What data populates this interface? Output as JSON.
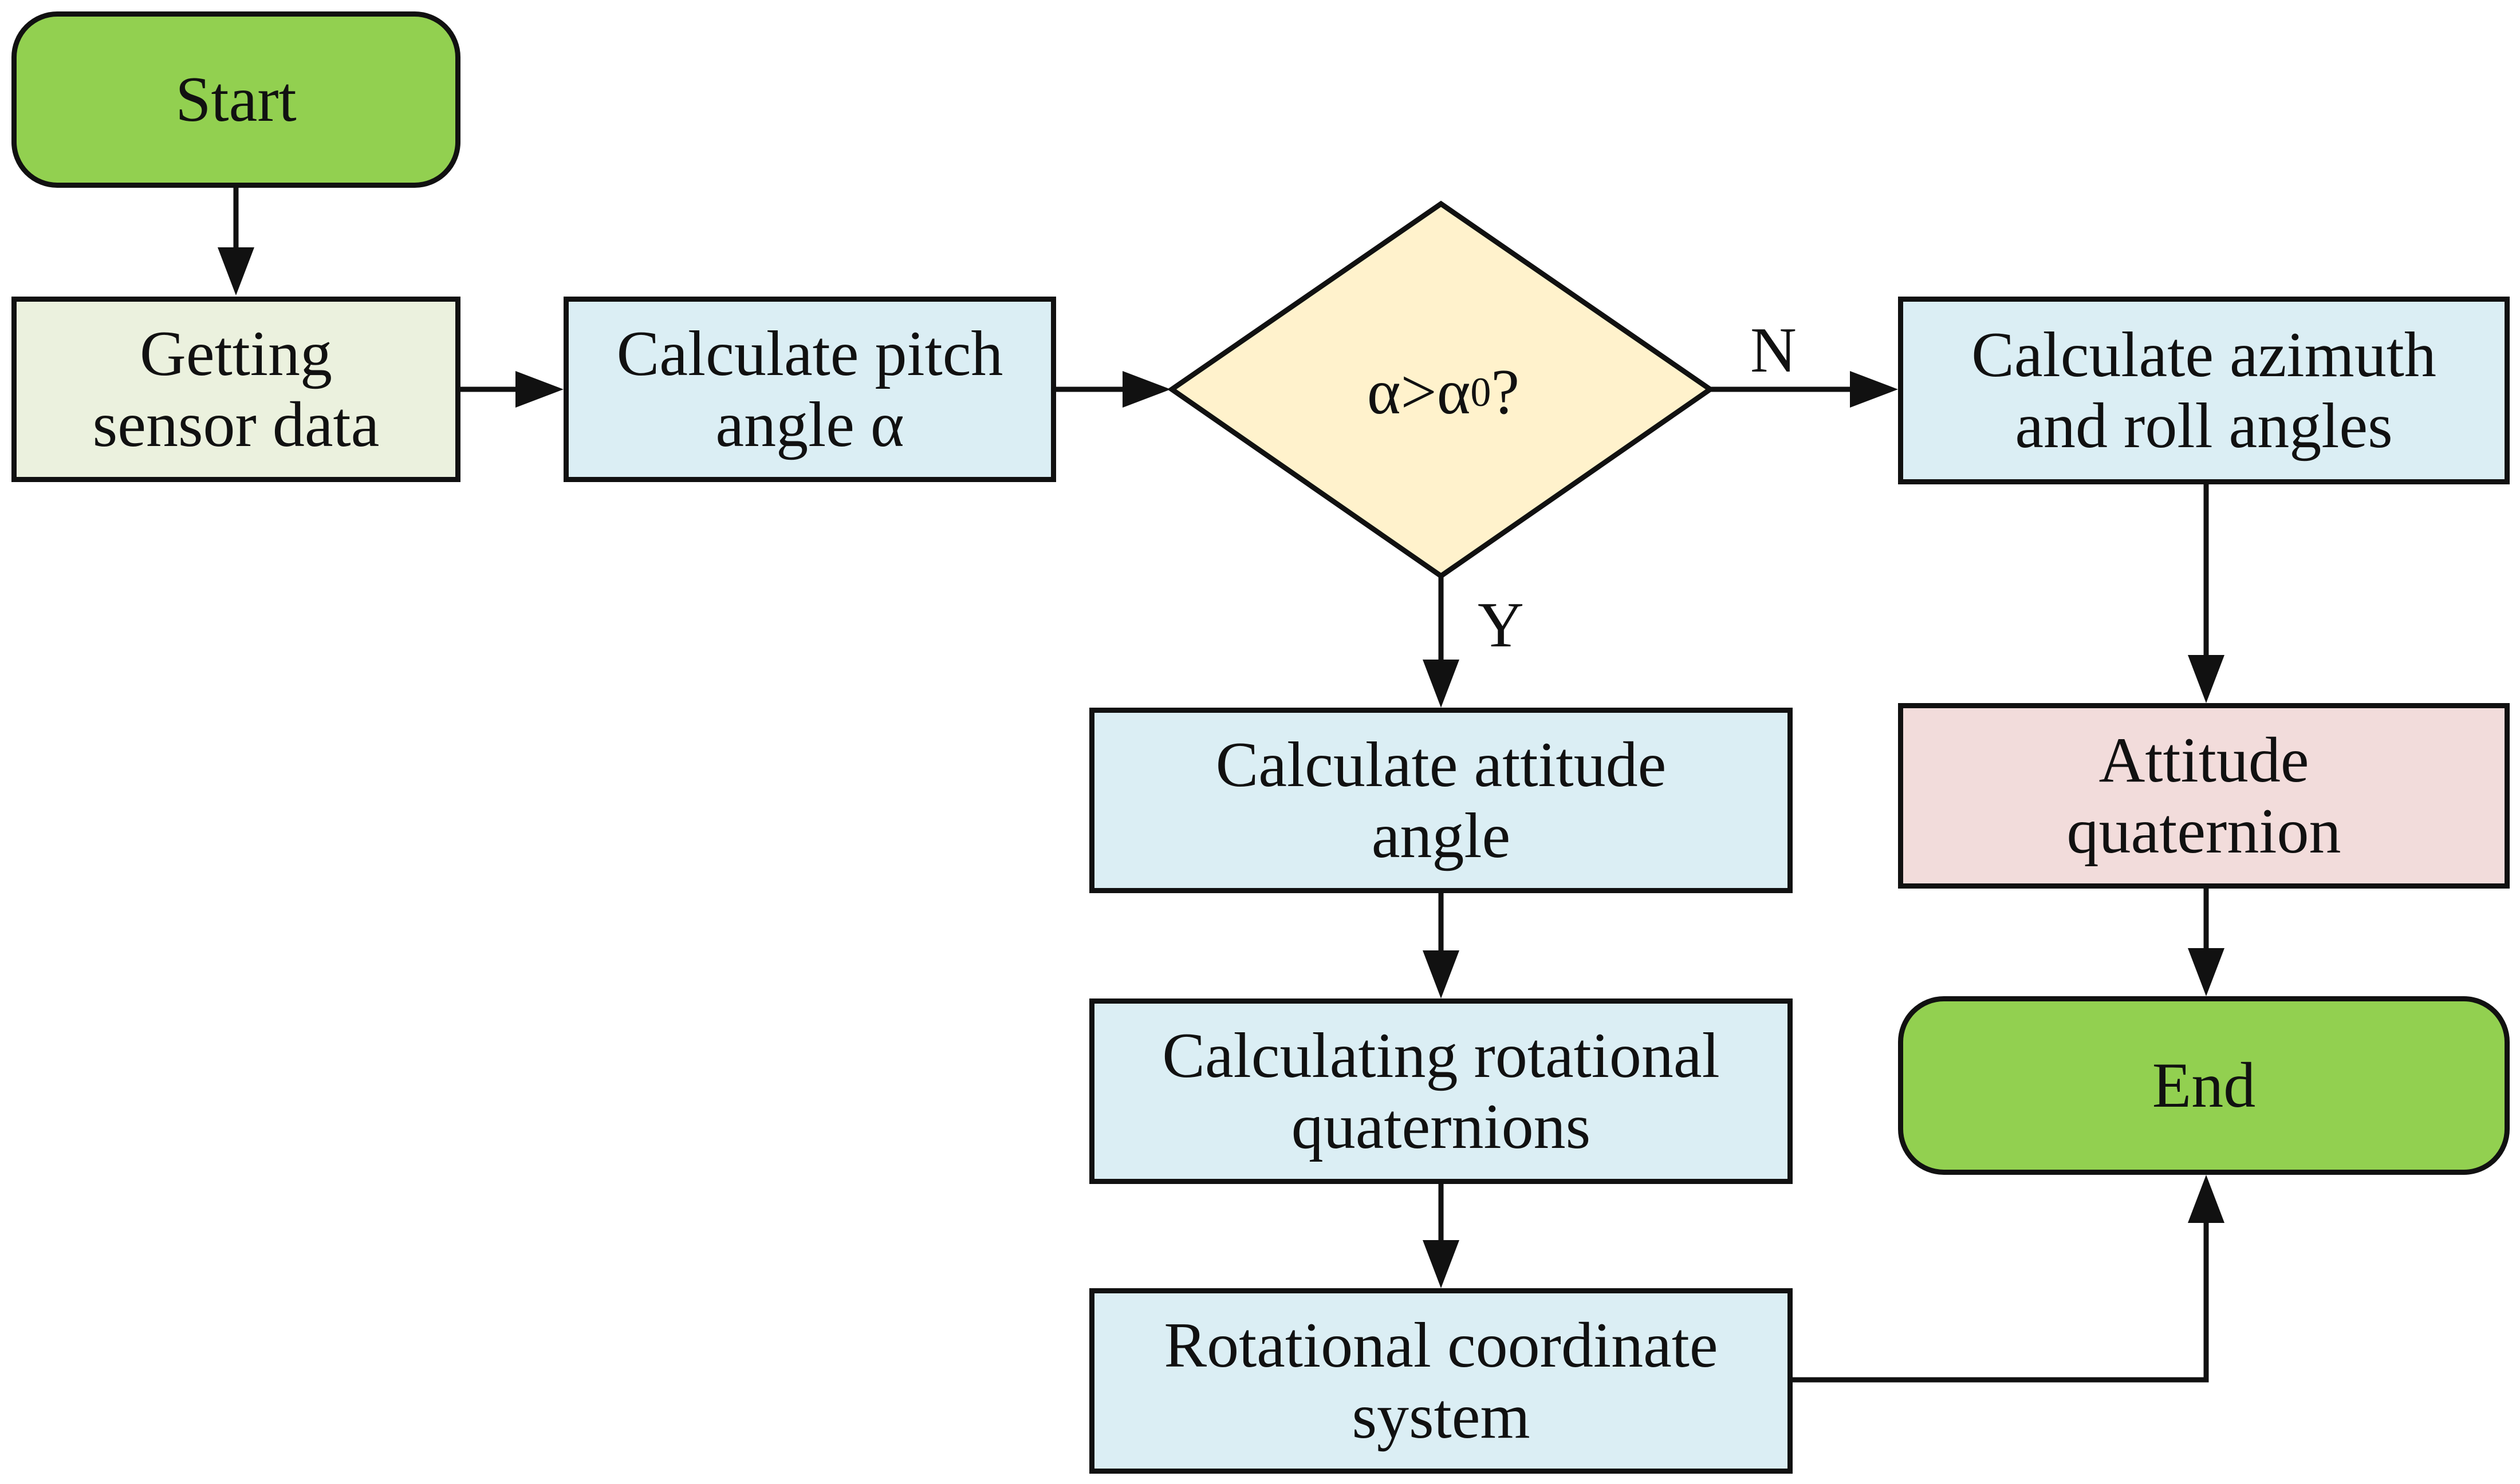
{
  "colors": {
    "terminal": "#92d050",
    "getting": "#ebf1de",
    "process": "#dbeef4",
    "decision": "#fff2cc",
    "result": "#f2dcdb",
    "stroke": "#111111"
  },
  "nodes": {
    "start": "Start",
    "getting_data": [
      "Getting",
      "sensor data"
    ],
    "pitch": [
      "Calculate pitch",
      "angle α"
    ],
    "decision": {
      "a": "α>α",
      "sub": "0",
      "q": "?"
    },
    "azimuth": [
      "Calculate azimuth",
      "and roll angles"
    ],
    "attitude_angle": [
      "Calculate attitude",
      "angle"
    ],
    "rotational_quats": [
      "Calculating rotational",
      "quaternions"
    ],
    "rot_coord": [
      "Rotational coordinate",
      "system"
    ],
    "attitude_quat": [
      "Attitude",
      "quaternion"
    ],
    "end": "End"
  },
  "edge_labels": {
    "no": "N",
    "yes": "Y"
  }
}
